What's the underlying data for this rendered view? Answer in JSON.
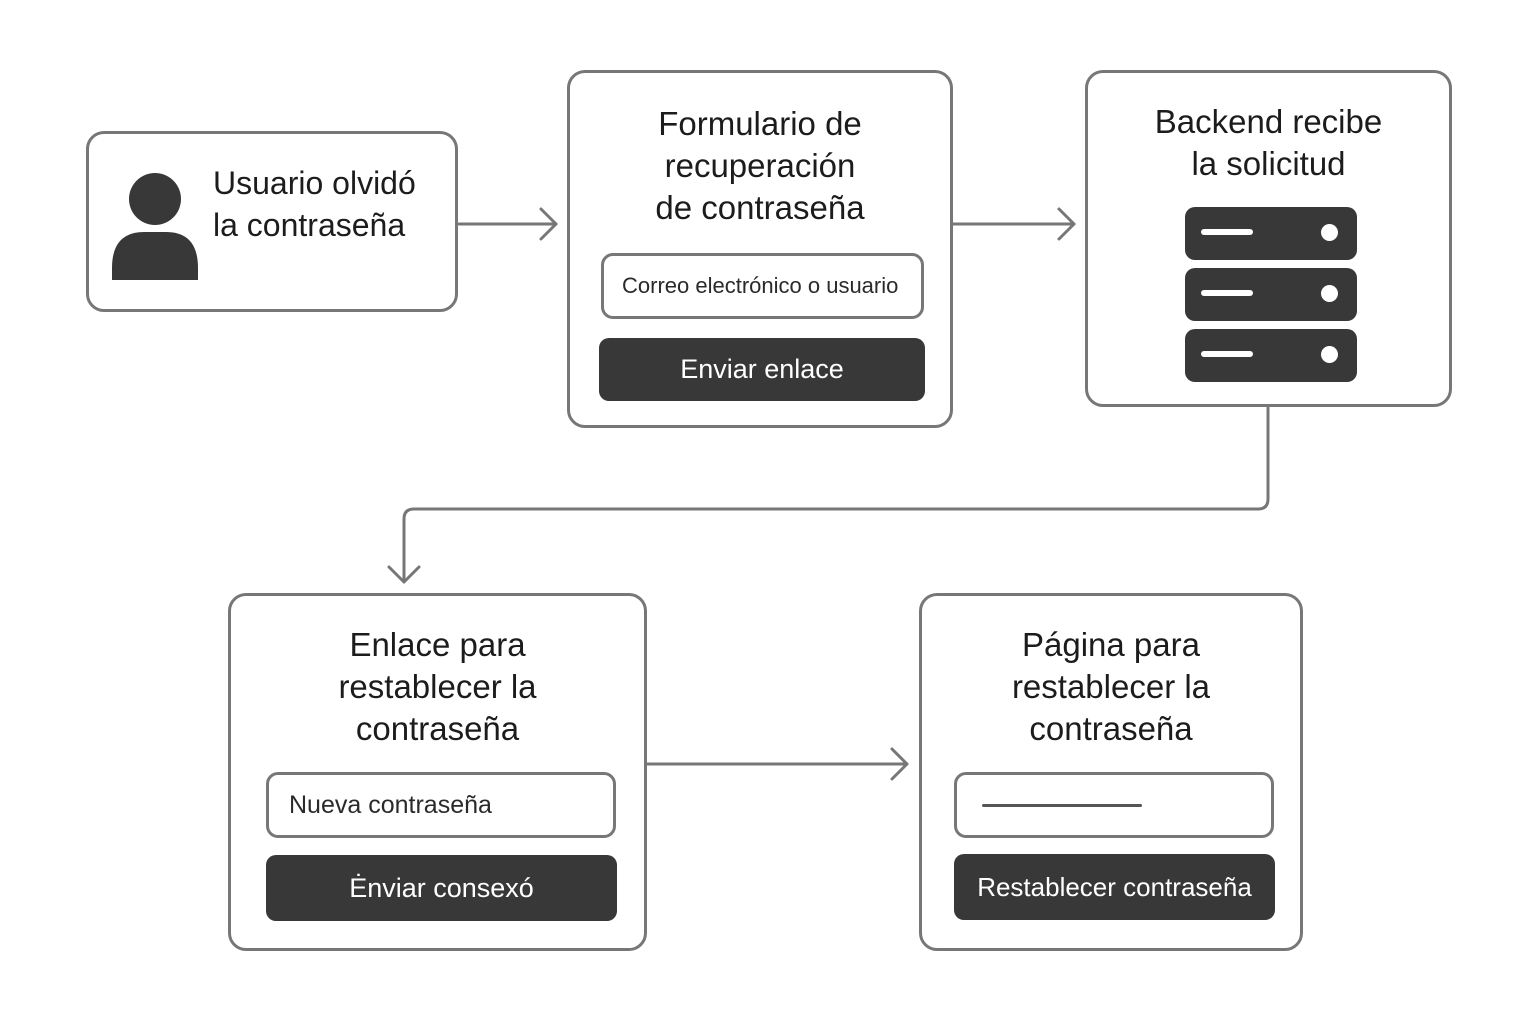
{
  "nodes": {
    "user": {
      "title": "Usuario olvidó\nla contraseña",
      "icon": "user-icon"
    },
    "recovery_form": {
      "title": "Formulario de\nrecuperación\nde contraseña",
      "input_placeholder": "Correo electrónico o usuario",
      "button_label": "Enviar enlace"
    },
    "backend": {
      "title": "Backend recibe\nla solicitud",
      "icon": "server-icon"
    },
    "reset_link": {
      "title": "Enlace para\nrestablecer la\ncontraseña",
      "input_placeholder": "Nueva contraseña",
      "button_label": "Ėnviar consexó"
    },
    "reset_page": {
      "title": "Página para\nrestablecer la\ncontraseña",
      "input_value": "",
      "button_label": "Restablecer contraseña"
    }
  },
  "edges": [
    {
      "from": "user",
      "to": "recovery_form"
    },
    {
      "from": "recovery_form",
      "to": "backend"
    },
    {
      "from": "backend",
      "to": "reset_link"
    },
    {
      "from": "reset_link",
      "to": "reset_page"
    }
  ],
  "colors": {
    "border": "#777777",
    "dark": "#383838",
    "text": "#1c1c1c"
  }
}
